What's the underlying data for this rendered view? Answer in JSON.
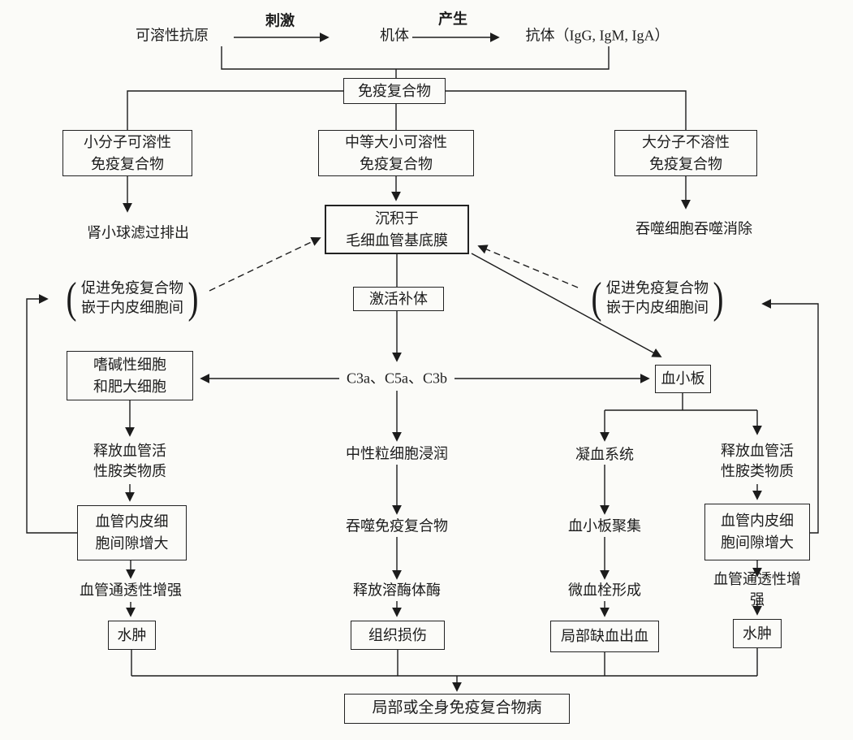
{
  "diagram": {
    "top_flow": {
      "antigen": "可溶性抗原",
      "stimulate_label": "刺激",
      "organism": "机体",
      "produce_label": "产生",
      "antibody": "抗体（IgG, IgM, IgA）"
    },
    "immune_complex": "免疫复合物",
    "branch_small": "小分子可溶性\n免疫复合物",
    "branch_medium": "中等大小可溶性\n免疫复合物",
    "branch_large": "大分子不溶性\n免疫复合物",
    "outcome_small": "肾小球滤过排出",
    "outcome_large": "吞噬细胞吞噬消除",
    "deposition": "沉积于\n毛细血管基底膜",
    "activate_complement": "激活补体",
    "complement_fragments": "C3a、C5a、C3b",
    "paren_note": {
      "open": "(",
      "text": "促进免疫复合物\n嵌于内皮细胞间",
      "close": ")"
    },
    "basophil_mast": "嗜碱性细胞\n和肥大细胞",
    "platelet": "血小板",
    "release_amines": "释放血管活\n性胺类物质",
    "endothelial_gap": "血管内皮细\n胞间隙增大",
    "permeability": "血管通透性增强",
    "edema": "水肿",
    "neutrophil_infiltration": "中性粒细胞浸润",
    "phagocytose_complex": "吞噬免疫复合物",
    "lysosomal_enzymes": "释放溶酶体酶",
    "tissue_damage": "组织损伤",
    "coagulation_system": "凝血系统",
    "platelet_aggregation": "血小板聚集",
    "microthrombus": "微血栓形成",
    "ischemia_hemorrhage": "局部缺血出血",
    "final_disease": "局部或全身免疫复合物病",
    "colors": {
      "ink": "#1c1c1c",
      "paper": "#fbfbf8"
    }
  }
}
